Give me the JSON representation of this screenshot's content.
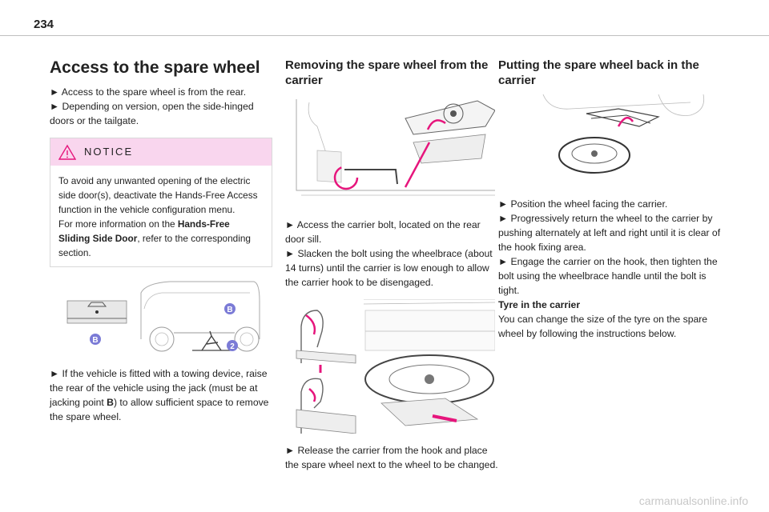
{
  "page_number": "234",
  "col1": {
    "title": "Access to the spare wheel",
    "bullets": [
      "► Access to the spare wheel is from the rear.",
      "► Depending on version, open the side-hinged doors or the tailgate."
    ],
    "notice": {
      "label": "NOTICE",
      "text1": "To avoid any unwanted opening of the electric side door(s), deactivate the Hands-Free Access function in the vehicle configuration menu.",
      "text2_prefix": "For more information on the ",
      "text2_bold": "Hands-Free Sliding Side Door",
      "text2_suffix": ", refer to the corresponding section."
    },
    "figure_labels": {
      "b1": "B",
      "b2": "B",
      "two": "2"
    },
    "caption_prefix": "► If the vehicle is fitted with a towing device, raise the rear of the vehicle using the jack (must be at jacking point ",
    "caption_bold": "B",
    "caption_suffix": ") to allow sufficient space to remove the spare wheel."
  },
  "col2": {
    "title": "Removing the spare wheel from the carrier",
    "bullets": [
      "► Access the carrier bolt, located on the rear door sill.",
      "► Slacken the bolt using the wheelbrace (about 14 turns) until the carrier is low enough to allow the carrier hook to be disengaged."
    ],
    "caption": "► Release the carrier from the hook and place the spare wheel next to the wheel to be changed."
  },
  "col3": {
    "title": "Putting the spare wheel back in the carrier",
    "bullets": [
      "► Position the wheel facing the carrier.",
      "► Progressively return the wheel to the carrier by pushing alternately at left and right until it is clear of the hook fixing area.",
      "► Engage the carrier on the hook, then tighten the bolt using the wheelbrace handle until the bolt is tight."
    ],
    "subheading": "Tyre in the carrier",
    "subtext": "You can change the size of the tyre on the spare wheel by following the instructions below."
  },
  "watermark": "carmanualsonline.info",
  "colors": {
    "accent": "#e6157c",
    "notice_bg": "#f9d6ee",
    "badge": "#7b7bd6"
  }
}
